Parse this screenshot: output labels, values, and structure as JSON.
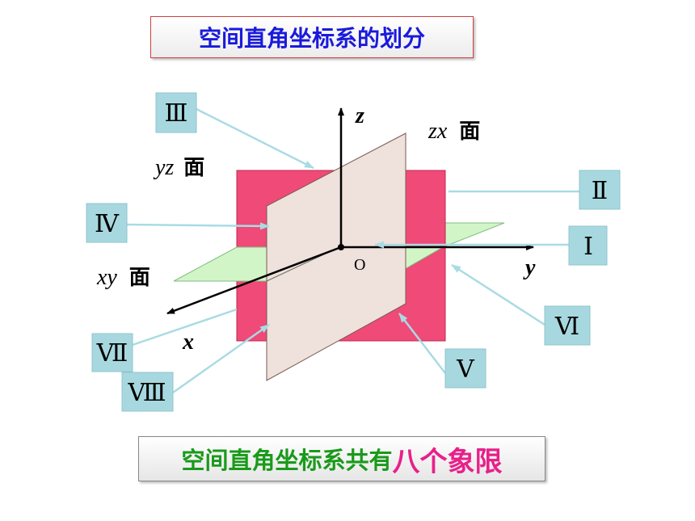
{
  "title": "空间直角坐标系的划分",
  "planes": {
    "yz": {
      "var": "yz",
      "suffix": "面"
    },
    "zx": {
      "var": "zx",
      "suffix": "面"
    },
    "xy": {
      "var": "xy",
      "suffix": "面"
    }
  },
  "axes": {
    "x": "x",
    "y": "y",
    "z": "z",
    "origin": "O"
  },
  "octants": [
    "Ⅰ",
    "Ⅱ",
    "Ⅲ",
    "Ⅳ",
    "Ⅴ",
    "Ⅵ",
    "Ⅶ",
    "Ⅷ"
  ],
  "conclusion": {
    "prefix": "空间直角坐标系共有",
    "highlight": "八个象限"
  },
  "colors": {
    "yz_plane": "#f04a78",
    "zx_plane": "#efe1db",
    "xy_plane": "#d2f5c8",
    "label_box": "#a8d8df",
    "leader": "#a9dbe4"
  }
}
